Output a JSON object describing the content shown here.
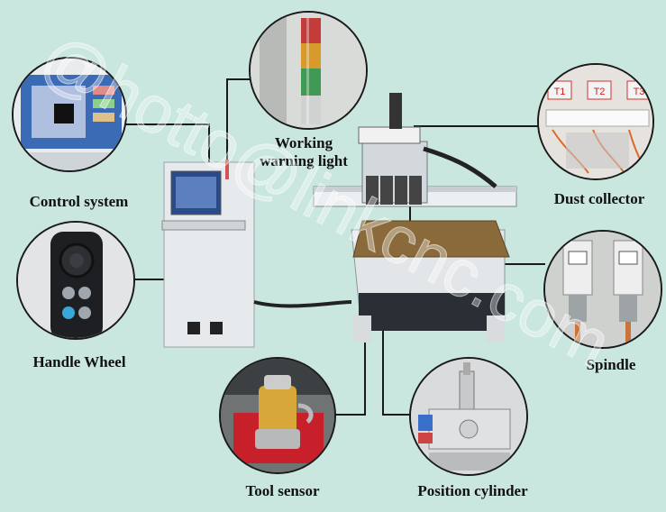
{
  "labels": {
    "control_system": "Control system",
    "working_warning_light_line1": "Working",
    "working_warning_light_line2": "warning light",
    "dust_collector": "Dust collector",
    "handle_wheel": "Handle Wheel",
    "spindle": "Spindle",
    "tool_sensor": "Tool sensor",
    "position_cylinder": "Position cylinder"
  },
  "dust_collector_tags": [
    "T1",
    "T2",
    "T3"
  ],
  "watermark_text": "@hotto@linkcnc.com",
  "colors": {
    "background": "#c9e6df",
    "callout_line": "#1a1a1a",
    "machine_body": "#e9ecee",
    "table_top": "#8a6a3a"
  }
}
